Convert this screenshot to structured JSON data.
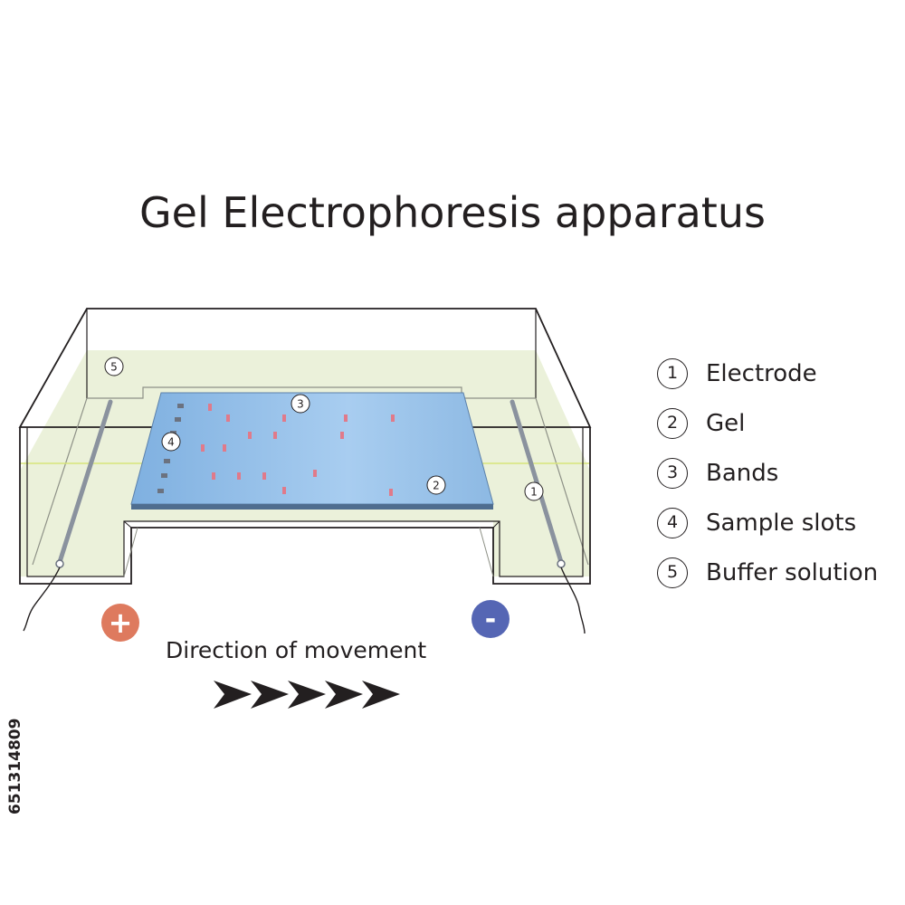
{
  "title": "Gel Electrophoresis apparatus",
  "legend": [
    {
      "number": "1",
      "label": "Electrode"
    },
    {
      "number": "2",
      "label": "Gel"
    },
    {
      "number": "3",
      "label": "Bands"
    },
    {
      "number": "4",
      "label": "Sample slots"
    },
    {
      "number": "5",
      "label": "Buffer solution"
    }
  ],
  "callouts": {
    "electrode": "1",
    "gel": "2",
    "bands": "3",
    "sample_slots": "4",
    "buffer_solution": "5"
  },
  "terminals": {
    "positive": "+",
    "negative": "-"
  },
  "direction_label": "Direction of movement",
  "side_id": "651314809",
  "colors": {
    "buffer": "#e9efd6",
    "gel": "#8fb8e2",
    "band": "#e07a8a",
    "slot": "#6b7280",
    "positive": "#de7a5e",
    "negative": "#5566b4",
    "outline": "#231f20"
  }
}
